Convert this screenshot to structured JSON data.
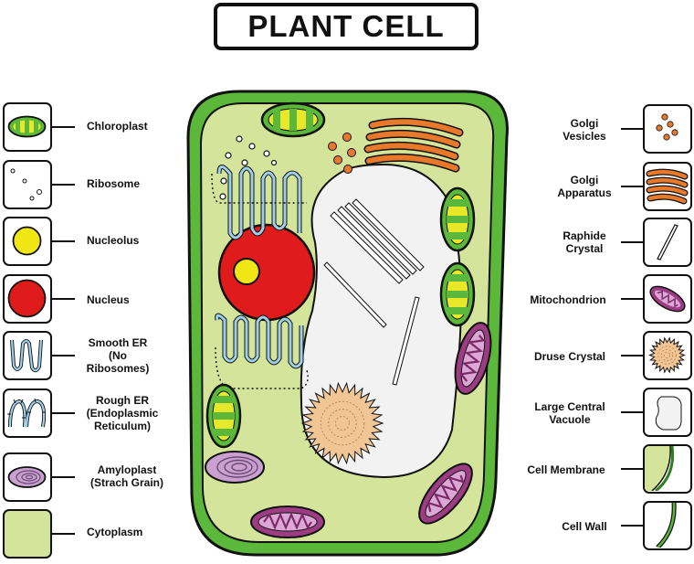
{
  "title": "PLANT CELL",
  "left_legend": [
    {
      "id": "chloroplast",
      "lines": [
        "Chloroplast"
      ]
    },
    {
      "id": "ribosome",
      "lines": [
        "Ribosome"
      ]
    },
    {
      "id": "nucleolus",
      "lines": [
        "Nucleolus"
      ]
    },
    {
      "id": "nucleus",
      "lines": [
        "Nucleus"
      ]
    },
    {
      "id": "smooth-er",
      "lines": [
        "Smooth ER",
        "(No",
        "Ribosomes)"
      ]
    },
    {
      "id": "rough-er",
      "lines": [
        "Rough ER",
        "(Endoplasmic",
        "Reticulum)"
      ]
    },
    {
      "id": "amyloplast",
      "lines": [
        "Amyloplast",
        "(Strach Grain)"
      ]
    },
    {
      "id": "cytoplasm",
      "lines": [
        "Cytoplasm"
      ]
    }
  ],
  "right_legend": [
    {
      "id": "golgi-vesicles",
      "lines": [
        "Golgi",
        "Vesicles"
      ]
    },
    {
      "id": "golgi-apparatus",
      "lines": [
        "Golgi",
        "Apparatus"
      ]
    },
    {
      "id": "raphide-crystal",
      "lines": [
        "Raphide",
        "Crystal"
      ]
    },
    {
      "id": "mitochondrion",
      "lines": [
        "Mitochondrion"
      ]
    },
    {
      "id": "druse-crystal",
      "lines": [
        "Druse Crystal"
      ]
    },
    {
      "id": "large-central-vacuole",
      "lines": [
        "Large Central",
        "Vacuole"
      ]
    },
    {
      "id": "cell-membrane",
      "lines": [
        "Cell Membrane"
      ]
    },
    {
      "id": "cell-wall",
      "lines": [
        "Cell Wall"
      ]
    }
  ],
  "colors": {
    "cell_wall": "#5cb83a",
    "cytoplasm": "#d4e49a",
    "vacuole": "#f2f2f2",
    "nucleus": "#e01b1b",
    "nucleolus": "#f0e614",
    "chloroplast_outer": "#5cb83a",
    "chloroplast_band": "#e8e82a",
    "golgi": "#e8792a",
    "mitochondrion_outer": "#9c3c82",
    "mitochondrion_inner": "#dca6d6",
    "er": "#9fd0ea",
    "druse": "#f2c594",
    "amyloplast": "#c9a0d0"
  }
}
